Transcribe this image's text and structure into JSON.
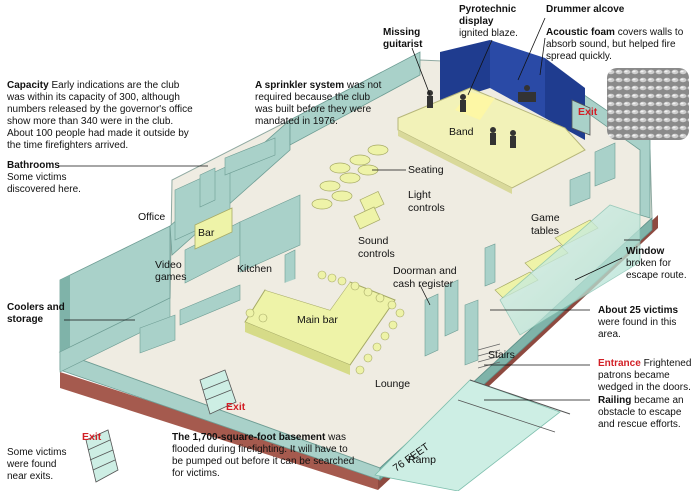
{
  "callouts": {
    "capacity": {
      "title": "Capacity",
      "body": "Early indications are the club was within its capacity of 300, although numbers released by the governor's office show more than 340 were in the club. About 100 people had made it outside by the time firefighters arrived."
    },
    "sprinkler": {
      "title": "A sprinkler system",
      "body": "was not required because the club was built before they were mandated in 1976."
    },
    "bathrooms": {
      "title": "Bathrooms",
      "body": "Some victims discovered here."
    },
    "coolers": {
      "title": "Coolers and storage"
    },
    "some_victims_exits": {
      "body": "Some victims were found near exits."
    },
    "basement": {
      "title": "The 1,700-square-foot basement",
      "body": "was flooded during firefighting. It will have to be pumped out before it can be searched for victims."
    },
    "missing_guitarist": {
      "title": "Missing guitarist"
    },
    "pyrotechnic": {
      "title": "Pyrotechnic display",
      "body": "ignited blaze."
    },
    "drummer": {
      "title": "Drummer alcove"
    },
    "acoustic": {
      "title": "Acoustic foam",
      "body": "covers walls to absorb sound, but helped fire spread quickly."
    },
    "window": {
      "title": "Window",
      "body": "broken for escape route."
    },
    "victims25": {
      "title": "About 25 victims",
      "body": "were found in this area."
    },
    "entrance": {
      "title": "Entrance",
      "body": "Frightened patrons became wedged in the doors."
    },
    "railing": {
      "title": "Railing",
      "body": "became an obstacle to escape and rescue efforts."
    }
  },
  "room_labels": {
    "office": "Office",
    "bar": "Bar",
    "video_games": "Video games",
    "kitchen": "Kitchen",
    "main_bar": "Main bar",
    "lounge": "Lounge",
    "seating": "Seating",
    "light_controls": "Light controls",
    "sound_controls": "Sound controls",
    "doorman": "Doorman and cash register",
    "band": "Band",
    "game_tables": "Game tables",
    "stairs": "Stairs",
    "ramp": "Ramp",
    "scale": "76 FEET"
  },
  "exits": {
    "top_right": "Exit",
    "mid_left": "Exit",
    "bottom_left": "Exit"
  },
  "colors": {
    "floor": "#efece2",
    "wall": "#a9d1c9",
    "wall_dark": "#7fb3a9",
    "base": "#a55a4e",
    "stage": "#f2f2b8",
    "furniture": "#eef3a8",
    "foam": "#1f3c8f",
    "glass": "#bfe8dc",
    "exit": "#d21f26"
  }
}
